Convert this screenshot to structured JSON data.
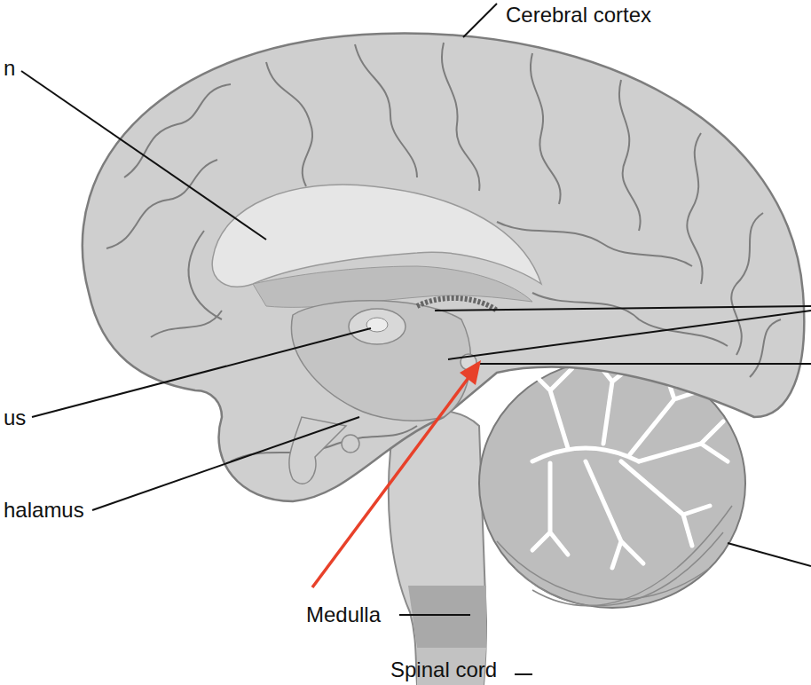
{
  "diagram": {
    "labels": [
      "Cerebral cortex",
      "n",
      "us",
      "halamus",
      "Medulla",
      "Spinal cord"
    ]
  }
}
